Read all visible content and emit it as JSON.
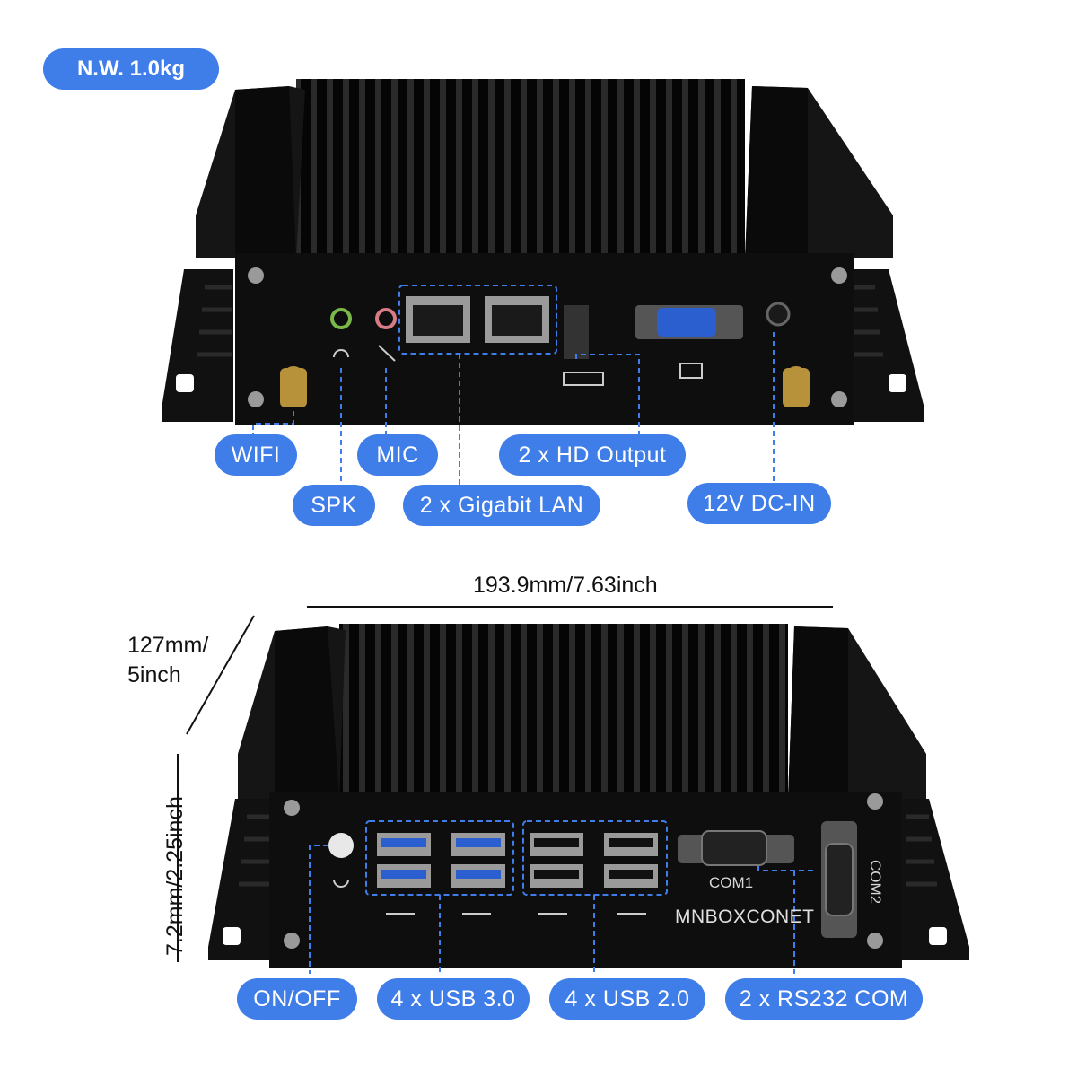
{
  "weight_badge": "N.W. 1.0kg",
  "front_labels": {
    "wifi": "WIFI",
    "spk": "SPK",
    "mic": "MIC",
    "lan": "2 x Gigabit LAN",
    "hd": "2 x HD Output",
    "dc": "12V DC-IN"
  },
  "back_labels": {
    "onoff": "ON/OFF",
    "usb3": "4 x USB 3.0",
    "usb2": "4 x USB 2.0",
    "com": "2 x RS232 COM"
  },
  "dimensions": {
    "width": "193.9mm/7.63inch",
    "depth_line1": "127mm/",
    "depth_line2": "5inch",
    "height": "7.2mm/2.25inch"
  },
  "device_marks": {
    "brand": "MNBOXCONET",
    "com1": "COM1",
    "com2": "COM2"
  },
  "colors": {
    "accent": "#3f7de8",
    "device_body": "#0d0d0d",
    "connector_blue": "#2b5fd0"
  }
}
